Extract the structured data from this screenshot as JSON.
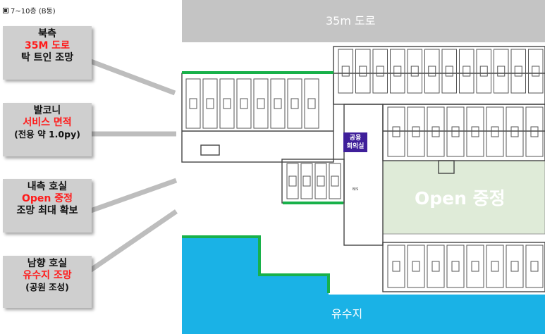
{
  "header": {
    "floor_label": "7~10층 (B동)"
  },
  "callouts": [
    {
      "line1": "북측",
      "line2": "35M 도로",
      "line3": "탁 트인 조망"
    },
    {
      "line1": "발코니",
      "line2": "서비스 면적",
      "line3": "(전용 약 1.0py)"
    },
    {
      "line1": "내측 호실",
      "line2": "Open 중정",
      "line3": "조망 최대 확보"
    },
    {
      "line1": "남향 호실",
      "line2": "유수지 조망",
      "line3": "(공원 조성)"
    }
  ],
  "plan": {
    "road_label": "35m 도로",
    "courtyard_label": "Open 중정",
    "pond_label": "유수지",
    "meeting_room_line1": "공용",
    "meeting_room_line2": "회의실",
    "small_label": "B/S"
  },
  "colors": {
    "road": "#c4c4c4",
    "courtyard": "#dfebd8",
    "pond": "#1ab2e6",
    "green_edge": "#18b14a",
    "callout_bg": "#cfcfcf",
    "highlight_text": "#ff1a1a",
    "meeting_room": "#3f1f9a"
  }
}
